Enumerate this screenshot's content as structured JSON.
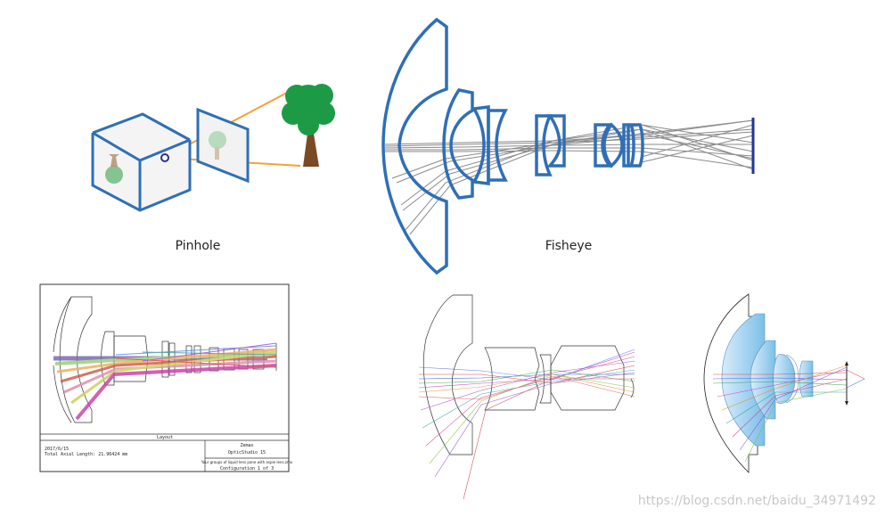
{
  "captions": {
    "pinhole": "Pinhole",
    "fisheye": "Fisheye"
  },
  "layout_panel": {
    "title": "Layout",
    "date": "2017/6/15",
    "total_axial_length": "Total Axial Length:   21.96424 mm",
    "company": "Zemax",
    "product": "OpticStudio 15",
    "fine_print": "Your groups of liquid lens pane with aspie lens.zmx",
    "configuration": "Configuration 1 of 3"
  },
  "watermark": "https://blog.csdn.net/baidu_34971492",
  "colors": {
    "lens_blue": "#2f6fb6",
    "orange_ray": "#f3a234",
    "tree_green": "#1d9a45",
    "trunk_brown": "#7a4a22",
    "sensor_blue": "#23349a",
    "ray_gray": "#8a8a8a"
  },
  "icons": [
    "pinhole-camera-icon",
    "tree-icon",
    "fisheye-lens-icon"
  ]
}
